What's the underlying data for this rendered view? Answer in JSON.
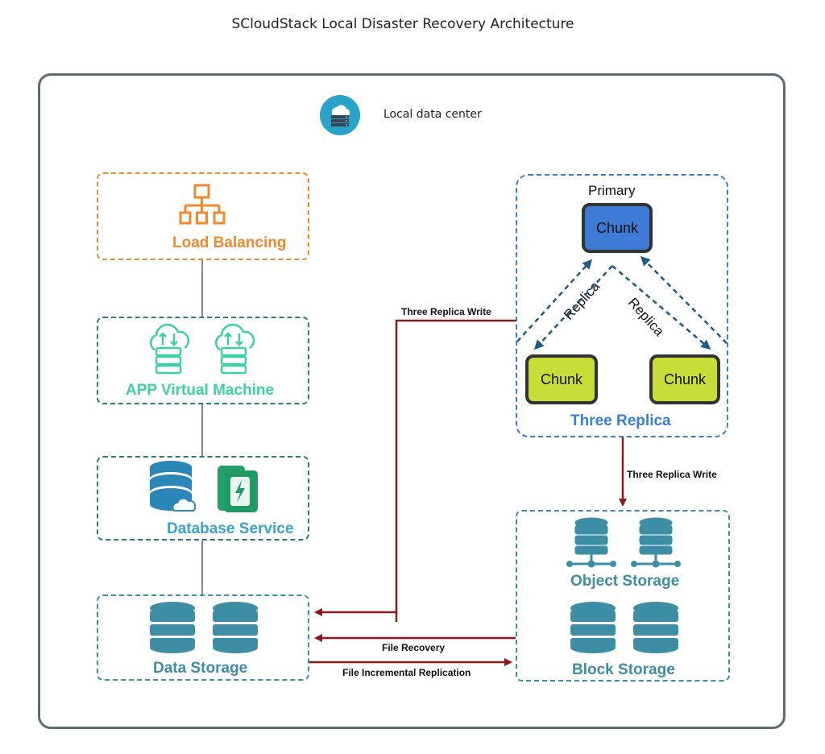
{
  "title": "SCloudStack Local Disaster Recovery Architecture",
  "datacenter": {
    "label": "Local data center",
    "icon": "cloud-server-icon"
  },
  "left_column": {
    "load_balancing": {
      "label": "Load Balancing",
      "icon": "network-tree-icon"
    },
    "app_vm": {
      "label": "APP Virtual Machine",
      "icons": [
        "cloud-server-icon",
        "cloud-server-icon"
      ]
    },
    "database_service": {
      "label": "Database Service",
      "icons": [
        "cloud-database-icon",
        "battery-icon"
      ]
    },
    "data_storage": {
      "label": "Data Storage",
      "icons": [
        "database-icon",
        "database-icon"
      ]
    }
  },
  "replica_box": {
    "primary_label": "Primary",
    "primary_chunk": "Chunk",
    "replica_left_label": "Replica",
    "replica_right_label": "Replica",
    "chunk_left": "Chunk",
    "chunk_right": "Chunk",
    "label": "Three Replica"
  },
  "storage_box": {
    "object_label": "Object Storage",
    "block_label": "Block Storage",
    "object_icons": [
      "database-node-icon",
      "database-node-icon"
    ],
    "block_icons": [
      "database-icon",
      "database-icon"
    ]
  },
  "edges": {
    "replica_write_left": "Three Replica Write",
    "replica_write_down": "Three Replica Write",
    "file_recovery": "File Recovery",
    "file_incremental": "File Incremental Replication"
  },
  "colors": {
    "orange": "#f0892e",
    "teal": "#2e7a78",
    "mint": "#3ecfa8",
    "blue": "#3ea0cf",
    "steel": "#3d8da5",
    "primary_chunk": "#3f7bd6",
    "replica_chunk": "#c8dc3a",
    "arrow_red": "#8a1a1a",
    "dash_blue": "#1e5a8a"
  }
}
